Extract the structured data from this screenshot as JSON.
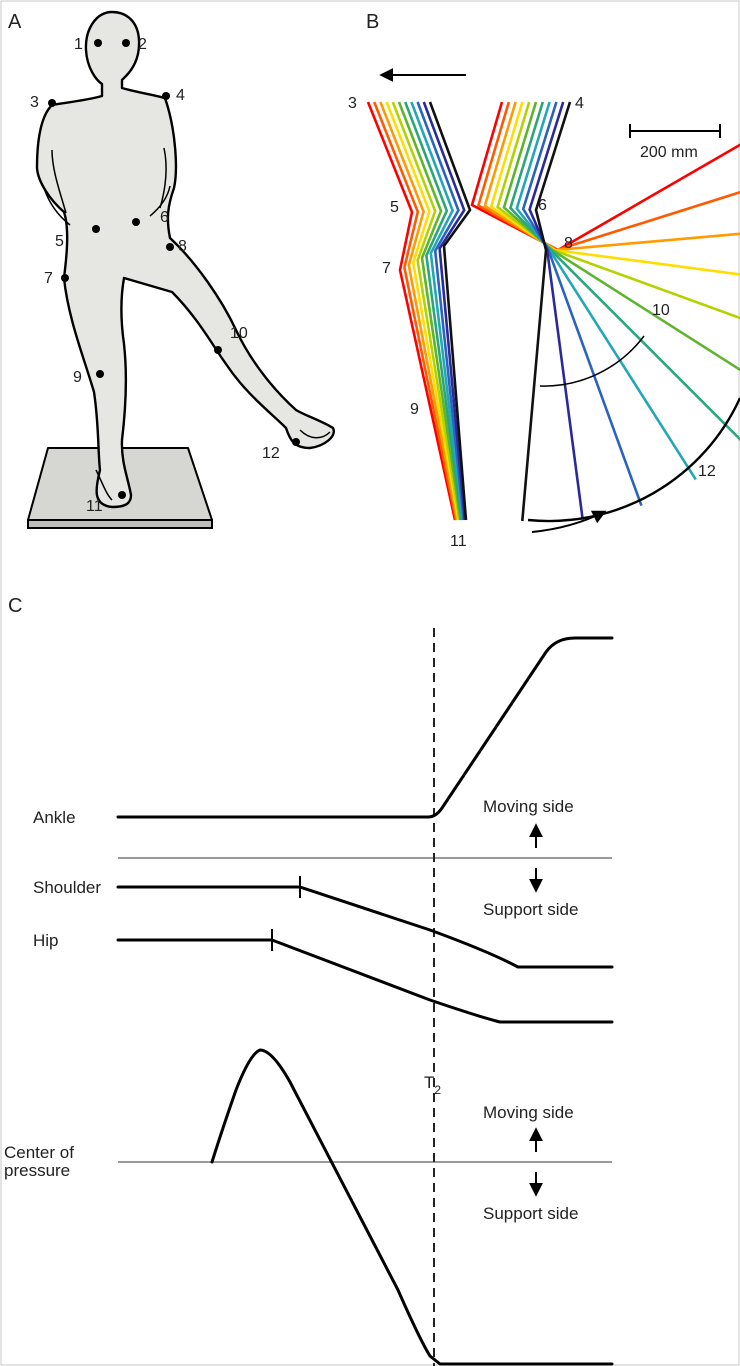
{
  "panel_a": {
    "letter": "A",
    "markers": [
      {
        "id": "1",
        "label": "1"
      },
      {
        "id": "2",
        "label": "2"
      },
      {
        "id": "3",
        "label": "3"
      },
      {
        "id": "4",
        "label": "4"
      },
      {
        "id": "5",
        "label": "5"
      },
      {
        "id": "6",
        "label": "6"
      },
      {
        "id": "7",
        "label": "7"
      },
      {
        "id": "8",
        "label": "8"
      },
      {
        "id": "9",
        "label": "9"
      },
      {
        "id": "10",
        "label": "10"
      },
      {
        "id": "11",
        "label": "11"
      },
      {
        "id": "12",
        "label": "12"
      }
    ]
  },
  "panel_b": {
    "letter": "B",
    "scale_bar_label": "200 mm",
    "marker_labels": {
      "m3": "3",
      "m4": "4",
      "m5": "5",
      "m6": "6",
      "m7": "7",
      "m8": "8",
      "m9": "9",
      "m10": "10",
      "m11": "11",
      "m12": "12"
    },
    "stick_colors": [
      "#ff0000",
      "#ff5a00",
      "#ff9a00",
      "#ffdd00",
      "#b4d200",
      "#5fb42d",
      "#2ba67a",
      "#22a6b8",
      "#2c62c0",
      "#2a2a9a",
      "#111111"
    ]
  },
  "panel_c": {
    "letter": "C",
    "ankle_label": "Ankle",
    "shoulder_label": "Shoulder",
    "hip_label": "Hip",
    "time_marker": "T",
    "time_marker_sub": "2",
    "upper_moving_side": "Moving side",
    "upper_support_side": "Support side",
    "cop_label_line1": "Center of",
    "cop_label_line2": "pressure",
    "lower_moving_side": "Moving side",
    "lower_support_side": "Support side"
  }
}
